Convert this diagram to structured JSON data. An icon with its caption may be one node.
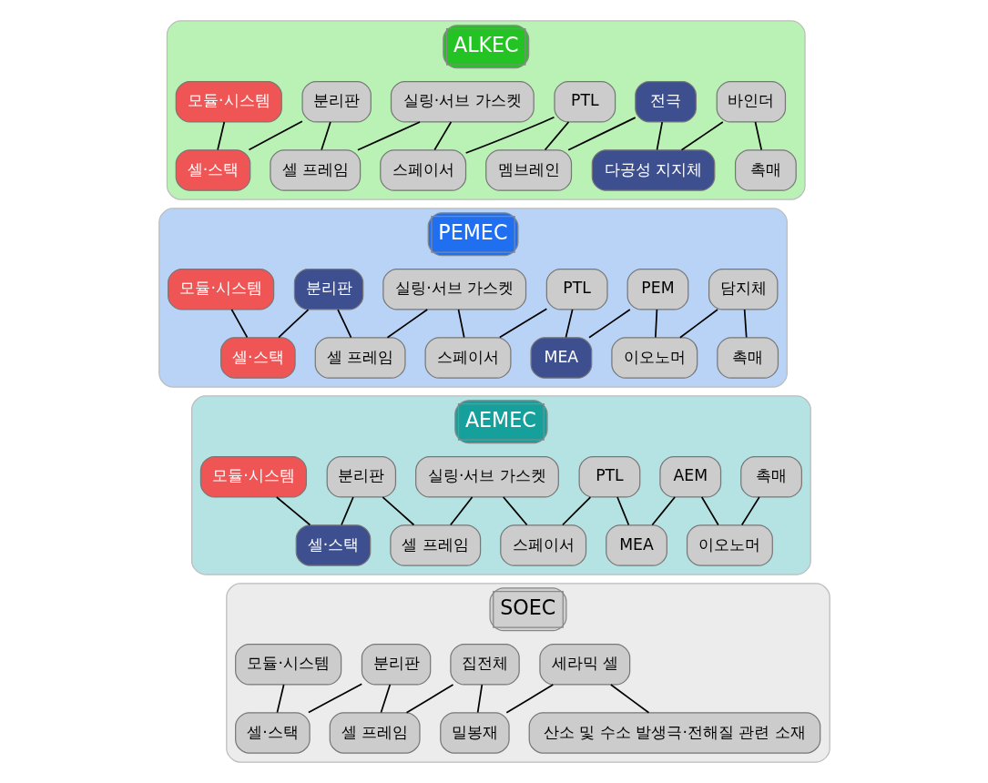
{
  "diagram": {
    "nodes": [
      {
        "text": [
          "ALKEC"
        ]
      },
      {
        "text": [
          "모듈·시스템"
        ],
        "in": 0
      },
      {
        "text": [
          "분리판"
        ],
        "in": 0
      },
      {
        "text": [
          "실링·서브 가스켓"
        ],
        "in": 0
      },
      {
        "text": [
          "PTL"
        ],
        "in": 0
      },
      {
        "text": [
          "전극"
        ],
        "in": 0
      },
      {
        "text": [
          "바인더"
        ],
        "in": 0
      },
      {
        "text": [
          "셀·스택"
        ],
        "in": 0
      },
      {
        "text": [
          "셀 프레임"
        ],
        "in": 0
      },
      {
        "text": [
          "스페이서"
        ],
        "in": 0
      },
      {
        "text": [
          "멤브레인"
        ],
        "in": 0
      },
      {
        "text": [
          "다공성 지지체"
        ],
        "in": 0
      },
      {
        "text": [
          "촉매"
        ],
        "in": 0
      },
      {
        "text": [
          "PEMEC"
        ]
      },
      {
        "text": [
          "모듈·시스템"
        ],
        "in": 13
      },
      {
        "text": [
          "분리판"
        ],
        "in": 13
      },
      {
        "text": [
          "실링·서브 가스켓"
        ],
        "in": 13
      },
      {
        "text": [
          "PTL"
        ],
        "in": 13
      },
      {
        "text": [
          "PEM"
        ],
        "in": 13
      },
      {
        "text": [
          "담지체"
        ],
        "in": 13
      },
      {
        "text": [
          "셀·스택"
        ],
        "in": 13
      },
      {
        "text": [
          "셀 프레임"
        ],
        "in": 13
      },
      {
        "text": [
          "스페이서"
        ],
        "in": 13
      },
      {
        "text": [
          "MEA"
        ],
        "in": 13
      },
      {
        "text": [
          "이오노머"
        ],
        "in": 13
      },
      {
        "text": [
          "촉매"
        ],
        "in": 13
      },
      {
        "text": [
          "AEMEC"
        ]
      },
      {
        "text": [
          "모듈·시스템"
        ],
        "in": 26
      },
      {
        "text": [
          "분리판"
        ],
        "in": 26
      },
      {
        "text": [
          "실링·서브 가스켓"
        ],
        "in": 26
      },
      {
        "text": [
          "PTL"
        ],
        "in": 26
      },
      {
        "text": [
          "AEM"
        ],
        "in": 26
      },
      {
        "text": [
          "촉매"
        ],
        "in": 26
      },
      {
        "text": [
          "셀·스택"
        ],
        "in": 26
      },
      {
        "text": [
          "셀 프레임"
        ],
        "in": 26
      },
      {
        "text": [
          "스페이서"
        ],
        "in": 26
      },
      {
        "text": [
          "MEA"
        ],
        "in": 26
      },
      {
        "text": [
          "이오노머"
        ],
        "in": 26
      },
      {
        "text": [
          "SOEC"
        ]
      },
      {
        "text": [
          "모듈·시스템"
        ],
        "in": 38
      },
      {
        "text": [
          "분리판"
        ],
        "in": 38
      },
      {
        "text": [
          "집전체"
        ],
        "in": 38
      },
      {
        "text": [
          "세라믹 셀"
        ],
        "in": 38
      },
      {
        "text": [
          "셀·스택"
        ],
        "in": 38
      },
      {
        "text": [
          "셀 프레임"
        ],
        "in": 38
      },
      {
        "text": [
          "밀봉재"
        ],
        "in": 38
      },
      {
        "text": [
          "산소 및 수소 발생극·전해질 관련 소재"
        ],
        "in": 38
      }
    ],
    "edges": [
      {
        "from": 1,
        "to": 7,
        "arrow": "none"
      },
      {
        "from": 7,
        "to": 2,
        "arrow": "none"
      },
      {
        "from": 2,
        "to": 8,
        "arrow": "none"
      },
      {
        "from": 8,
        "to": 3,
        "arrow": "none"
      },
      {
        "from": 3,
        "to": 9,
        "arrow": "none"
      },
      {
        "from": 9,
        "to": 4,
        "arrow": "none"
      },
      {
        "from": 4,
        "to": 10,
        "arrow": "none"
      },
      {
        "from": 10,
        "to": 5,
        "arrow": "none"
      },
      {
        "from": 5,
        "to": 11,
        "arrow": "none"
      },
      {
        "from": 11,
        "to": 6,
        "arrow": "none"
      },
      {
        "from": 6,
        "to": 12,
        "arrow": "none"
      },
      {
        "from": 14,
        "to": 20,
        "arrow": "none"
      },
      {
        "from": 20,
        "to": 15,
        "arrow": "none"
      },
      {
        "from": 15,
        "to": 21,
        "arrow": "none"
      },
      {
        "from": 21,
        "to": 16,
        "arrow": "none"
      },
      {
        "from": 16,
        "to": 22,
        "arrow": "none"
      },
      {
        "from": 22,
        "to": 17,
        "arrow": "none"
      },
      {
        "from": 17,
        "to": 23,
        "arrow": "none"
      },
      {
        "from": 23,
        "to": 18,
        "arrow": "none"
      },
      {
        "from": 18,
        "to": 24,
        "arrow": "none"
      },
      {
        "from": 24,
        "to": 19,
        "arrow": "none"
      },
      {
        "from": 19,
        "to": 25,
        "arrow": "none"
      },
      {
        "from": 27,
        "to": 33,
        "arrow": "none"
      },
      {
        "from": 33,
        "to": 28,
        "arrow": "none"
      },
      {
        "from": 28,
        "to": 34,
        "arrow": "none"
      },
      {
        "from": 34,
        "to": 29,
        "arrow": "none"
      },
      {
        "from": 29,
        "to": 35,
        "arrow": "none"
      },
      {
        "from": 35,
        "to": 30,
        "arrow": "none"
      },
      {
        "from": 30,
        "to": 36,
        "arrow": "none"
      },
      {
        "from": 36,
        "to": 31,
        "arrow": "none"
      },
      {
        "from": 31,
        "to": 37,
        "arrow": "none"
      },
      {
        "from": 37,
        "to": 32,
        "arrow": "none"
      },
      {
        "from": 39,
        "to": 43,
        "arrow": "none"
      },
      {
        "from": 43,
        "to": 40,
        "arrow": "none"
      },
      {
        "from": 40,
        "to": 44,
        "arrow": "none"
      },
      {
        "from": 44,
        "to": 41,
        "arrow": "none"
      },
      {
        "from": 41,
        "to": 45,
        "arrow": "none"
      },
      {
        "from": 45,
        "to": 42,
        "arrow": "none"
      },
      {
        "from": 42,
        "to": 46,
        "arrow": "none"
      }
    ]
  }
}
